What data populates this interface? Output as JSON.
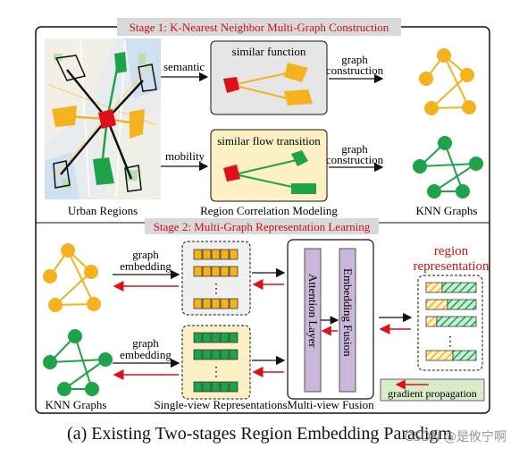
{
  "stage1": {
    "title": "Stage 1: K-Nearest Neighbor Multi-Graph Construction",
    "semantic": "semantic",
    "mobility": "mobility",
    "similar_function": "similar function",
    "similar_flow": "similar flow transition",
    "graph": "graph",
    "construction": "construction",
    "urban_regions": "Urban Regions",
    "region_correlation": "Region Correlation Modeling",
    "knn_graphs": "KNN Graphs"
  },
  "stage2": {
    "title": "Stage 2: Multi-Graph Representation Learning",
    "graph": "graph",
    "embedding": "embedding",
    "knn_graphs": "KNN Graphs",
    "single_view": "Single-view Representations",
    "multi_view": "Multi-view Fusion",
    "attention_layer": "Attention Layer",
    "embedding_fusion": "Embedding Fusion",
    "region": "region",
    "representation": "representation",
    "gradient": "gradient propagation",
    "dots": "⋮"
  },
  "caption": "(a) Existing Two-stages Region Embedding Paradigm",
  "watermark": "CSDN @是攸宁啊",
  "colors": {
    "orange": "#f5b21f",
    "green": "#1fa34a",
    "red": "#e0101a",
    "title_bg": "#d9d9d9",
    "title_text": "#cc1111",
    "yellow_panel": "#fdf0c4",
    "gray_panel": "#e6e6e6",
    "purple": "#c9b8d9"
  }
}
